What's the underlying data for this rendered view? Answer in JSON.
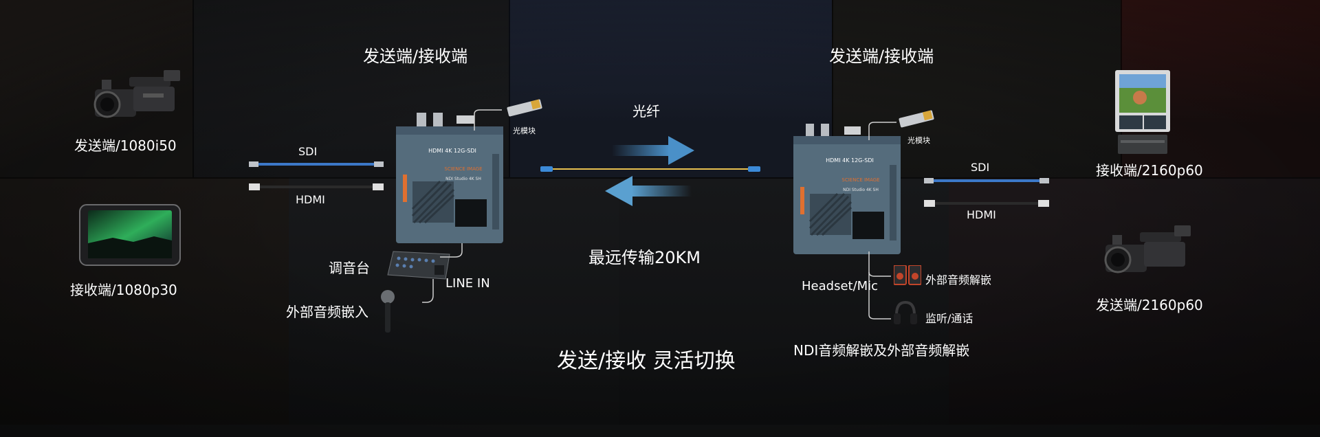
{
  "labels": {
    "left_top_title": "发送端/接收端",
    "right_top_title": "发送端/接收端",
    "camera_left": "发送端/1080i50",
    "tablet_left": "接收端/1080p30",
    "monitor_right": "接收端/2160p60",
    "camera_right": "发送端/2160p60",
    "sdi_left": "SDI",
    "hdmi_left": "HDMI",
    "sdi_right": "SDI",
    "hdmi_right": "HDMI",
    "optical_module_left": "光模块",
    "optical_module_right": "光模块",
    "fiber": "光纤",
    "max_distance": "最远传输20KM",
    "mixer": "调音台",
    "external_audio_in": "外部音频嵌入",
    "line_in": "LINE IN",
    "headset_mic": "Headset/Mic",
    "external_audio_out": "外部音频解嵌",
    "monitor_intercom": "监听/通话",
    "ndi_audio": "NDI音频解嵌及外部音频解嵌",
    "flexible_switch": "发送/接收  灵活切换"
  },
  "device": {
    "line1": "HDMI 4K 12G-SDI",
    "brand": "SCIENCE IMAGE",
    "model": "NDI Studio 4K SH"
  },
  "colors": {
    "arrow_right": "#4a90c8",
    "arrow_left": "#5aa0d0",
    "sdi_cable": "#3c78c8",
    "fiber_cable": "#e8c050",
    "device_body": "#556c7c",
    "device_stripe": "#e07030"
  }
}
